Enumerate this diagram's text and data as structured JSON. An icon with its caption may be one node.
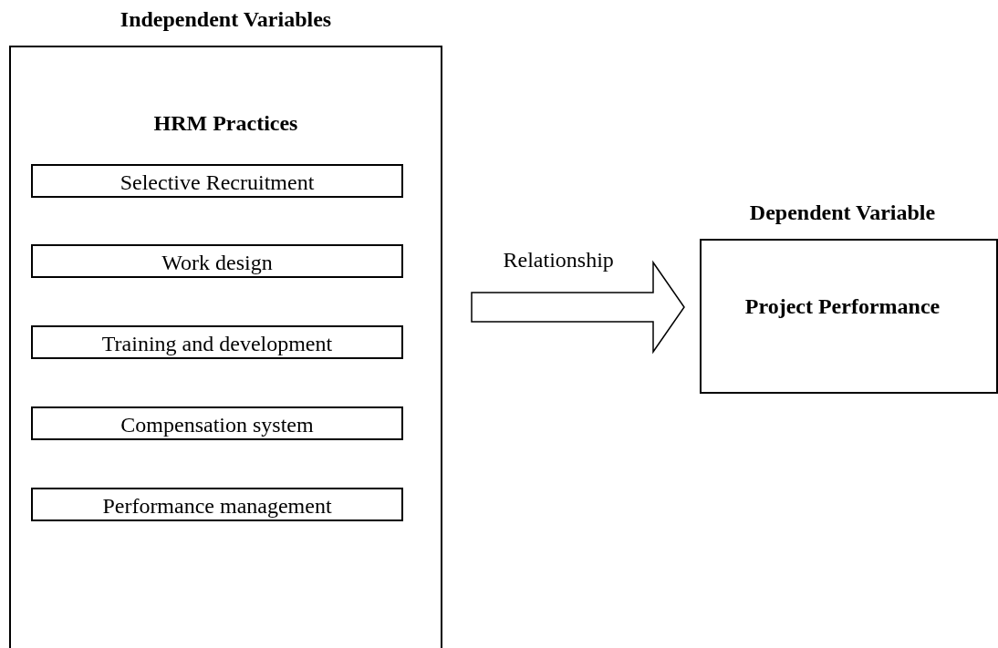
{
  "diagram": {
    "nodes": [
      {
        "text": [
          "Independent Variables",
          "HRM Practices"
        ]
      },
      {
        "text": [
          "Selective Recruitment"
        ],
        "in": 0
      },
      {
        "text": [
          "Work design"
        ],
        "in": 0
      },
      {
        "text": [
          "Training and development"
        ],
        "in": 0
      },
      {
        "text": [
          "Compensation system"
        ],
        "in": 0
      },
      {
        "text": [
          "Performance management"
        ],
        "in": 0
      },
      {
        "text": [
          "Dependent Variable",
          "Project Performance"
        ]
      }
    ],
    "edges": [
      {
        "from": 0,
        "to": 6,
        "arrow": "to",
        "label": "Relationship"
      }
    ]
  }
}
